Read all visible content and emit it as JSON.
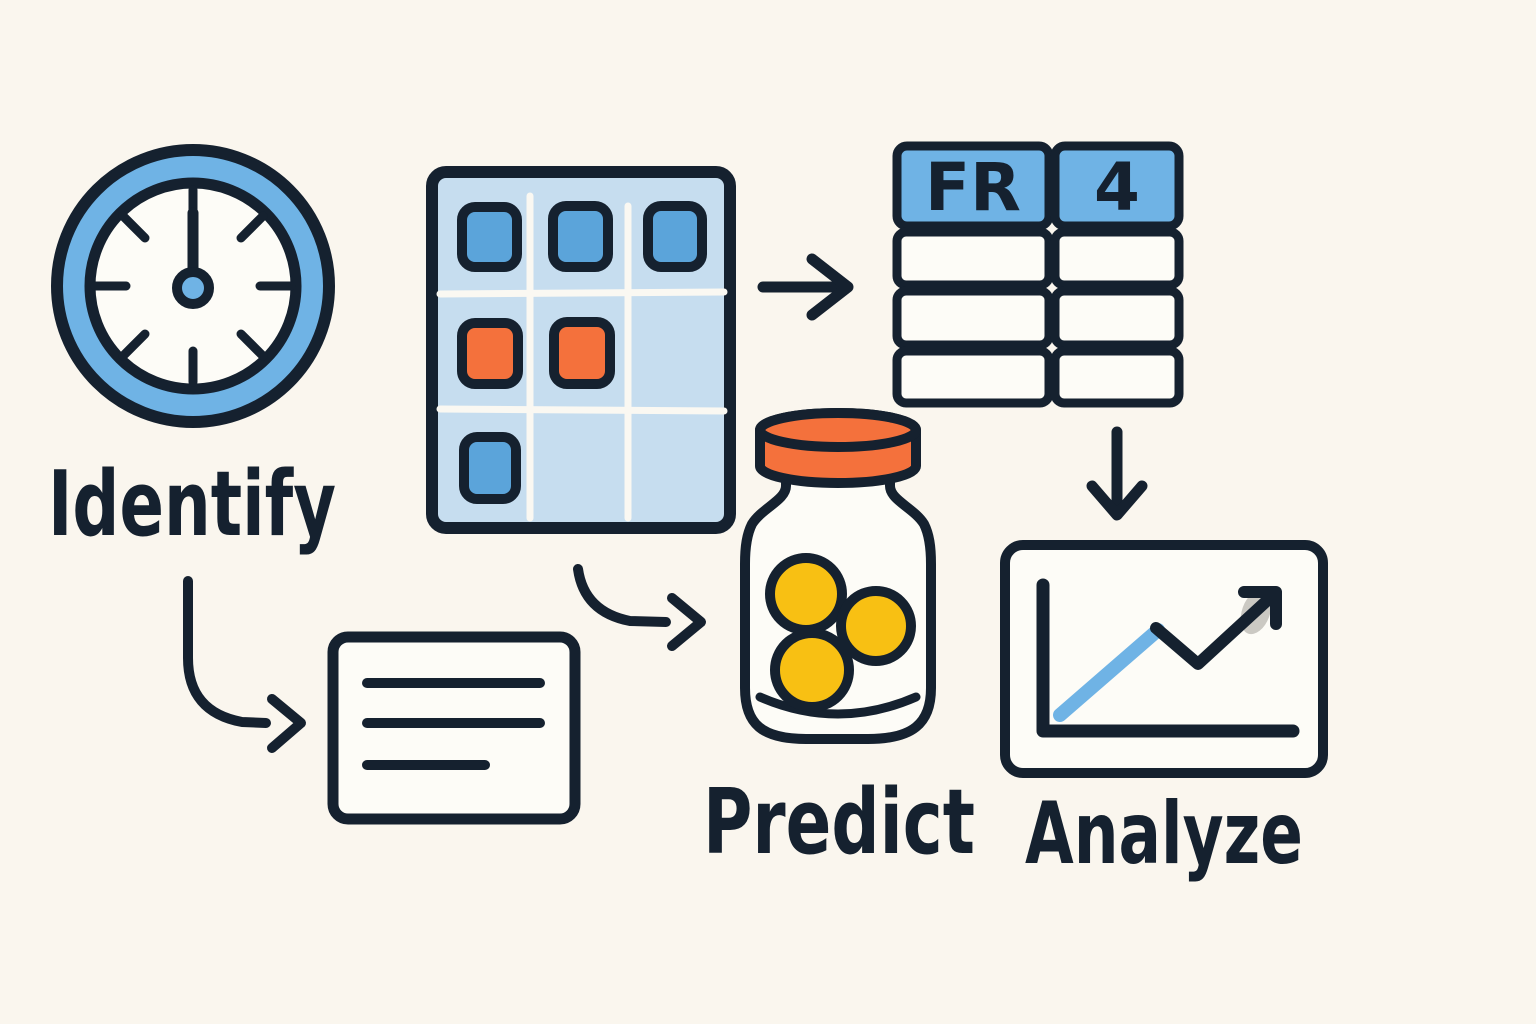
{
  "palette": {
    "background": "#FAF6EE",
    "ink": "#15212F",
    "blue": "#6FB3E5",
    "blue_square": "#5BA4DA",
    "blue_pale": "#C6DDEF",
    "orange": "#F4713C",
    "yellow": "#F8C013",
    "paper": "#FDFCF7",
    "grid_line_white": "#FAF8F2",
    "shadow_gray": "#CBC9C3"
  },
  "steps": {
    "identify": {
      "label": "Identify",
      "icon": "clock-icon"
    },
    "predict": {
      "label": "Predict",
      "icon": "coin-jar-icon"
    },
    "analyze": {
      "label": "Analyze",
      "icon": "line-chart-icon"
    }
  },
  "calendar_grid": {
    "rows": 3,
    "cols": 3,
    "cells": [
      [
        "blue",
        "blue",
        "blue"
      ],
      [
        "orange",
        "orange",
        null
      ],
      [
        "blue",
        null,
        null
      ]
    ]
  },
  "table": {
    "headers": [
      "FR",
      "4"
    ],
    "empty_rows": 3
  },
  "note_card": {
    "line_count": 3
  },
  "jar": {
    "coin_count": 3
  },
  "arrows": [
    "grid-to-table",
    "table-to-chart",
    "identify-to-note",
    "grid-to-jar"
  ]
}
